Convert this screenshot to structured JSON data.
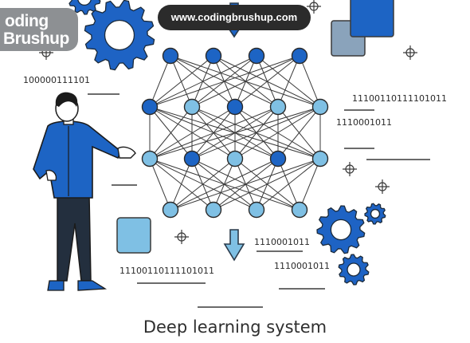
{
  "header": {
    "logo_line1": "oding",
    "logo_line2": "Brushup",
    "url": "www.codingbrushup.com"
  },
  "binary_labels": {
    "top_left": "100000111101",
    "right_upper_1": "11100110111101011",
    "right_upper_2": "1110001011",
    "bottom_middle": "1110001011",
    "bottom_right": "1110001011",
    "bottom_left": "11100110111101011"
  },
  "caption": "Deep learning system",
  "colors": {
    "dark_blue": "#1d64c4",
    "light_blue": "#7fc0e4",
    "gear_blue": "#1e63c4",
    "line": "#3a3a3a"
  },
  "icons": [
    "gear-icon",
    "crosshair-icon",
    "person-icon",
    "arrow-down-icon",
    "logo-mark-icon"
  ]
}
